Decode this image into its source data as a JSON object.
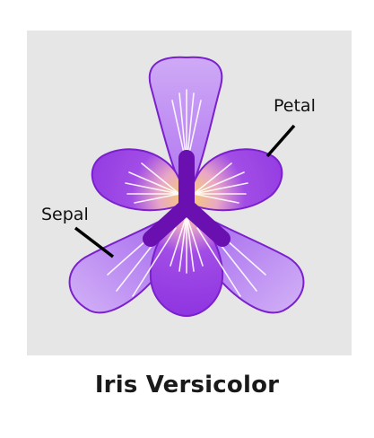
{
  "labels": {
    "petal": "Petal",
    "sepal": "Sepal"
  },
  "caption": "Iris Versicolor",
  "colors": {
    "background": "#e6e6e6",
    "petal_dark": "#8e2fe0",
    "petal_light": "#c7a1f5",
    "center_yellow": "#f5c65a",
    "style_branch": "#6a0fb0"
  }
}
